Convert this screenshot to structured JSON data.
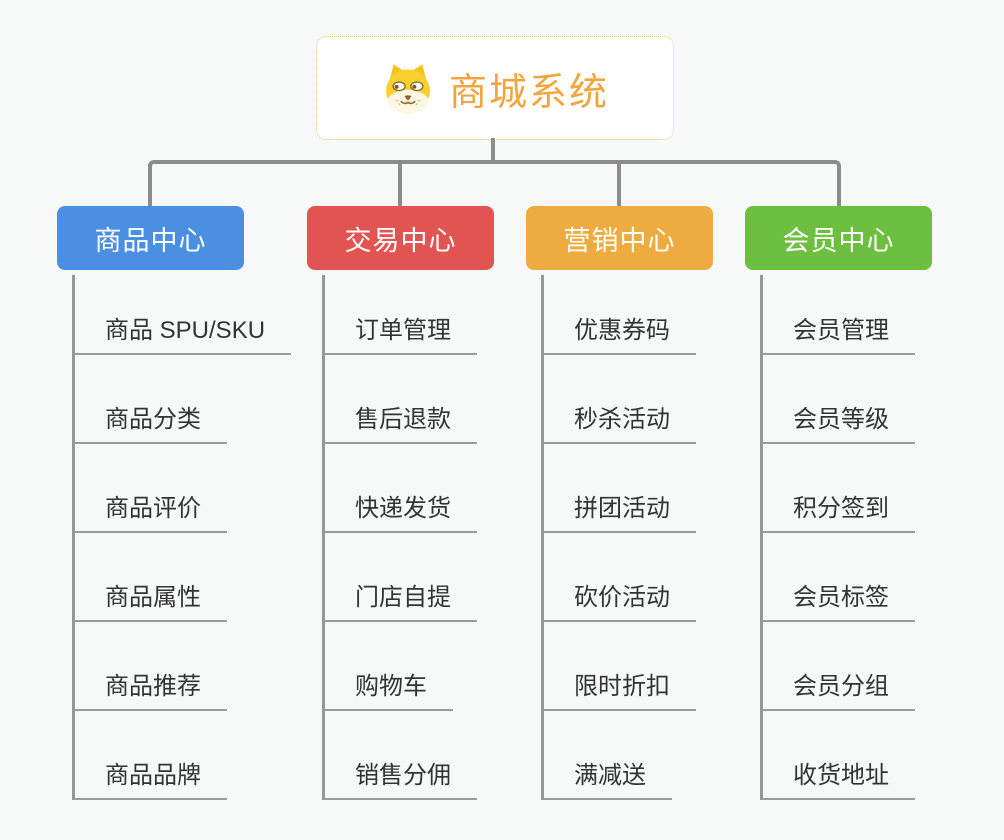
{
  "root": {
    "title": "商城系统",
    "accent_color": "#f2a53c",
    "border_color": "#f0c179",
    "icon": "doge-icon"
  },
  "connector_color": "#8c8c8c",
  "leaf_line_color": "#9b9b9b",
  "branches": [
    {
      "label": "商品中心",
      "color": "#4b8fe2",
      "items": [
        "商品 SPU/SKU",
        "商品分类",
        "商品评价",
        "商品属性",
        "商品推荐",
        "商品品牌"
      ]
    },
    {
      "label": "交易中心",
      "color": "#e25452",
      "items": [
        "订单管理",
        "售后退款",
        "快递发货",
        "门店自提",
        "购物车",
        "销售分佣"
      ]
    },
    {
      "label": "营销中心",
      "color": "#eeac40",
      "items": [
        "优惠券码",
        "秒杀活动",
        "拼团活动",
        "砍价活动",
        "限时折扣",
        "满减送"
      ]
    },
    {
      "label": "会员中心",
      "color": "#6cbf3f",
      "items": [
        "会员管理",
        "会员等级",
        "积分签到",
        "会员标签",
        "会员分组",
        "收货地址"
      ]
    }
  ]
}
